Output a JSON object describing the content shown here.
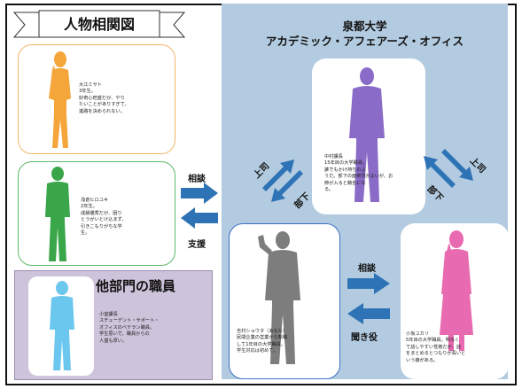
{
  "title": "人物相関図",
  "organization": {
    "line1": "泉都大学",
    "line2": "アカデミック・アフェアーズ・オフィス"
  },
  "other_dept_title": "他部門の職員",
  "people": {
    "student_orange": {
      "desc": "大江ミサト\n3年生。\n好奇心旺盛だが、やり\nたいことがありすぎて、\n進路を決められない。"
    },
    "student_green": {
      "desc": "浅倉ヒロユキ\n2年生。\n成績優秀だが、困り\nとうがいとけ込まず、\n引きこもりがちな学\n生。"
    },
    "manager_purple": {
      "desc": "中村課長\n15年目の大学職員。\n誰でもかけ持ちのよ\nうだ。部下の面倒見がよいが、お\n節が入ると饒舌にな\nる。"
    },
    "staff_gray": {
      "desc": "吉村ショウタ（あなた）\n民間企業の営業から転職\nして1年目の大学職員。\n学生対応は初めて。"
    },
    "staff_pink": {
      "desc": "小坂ユカリ\n5年目の大学職員。明るく\nて話しやすい性格だが、話\nをまとめるとつもりが長いと\nいう癖がある。"
    },
    "other_blue": {
      "desc": "小室課長\nスチューデント・サポート・\nオフィスのベテラン職員。\n学生思いで、職員からの\n人望も厚い。"
    }
  },
  "relations": {
    "consult": "相談",
    "support": "支援",
    "boss": "上司",
    "subordinate": "部下",
    "listener": "聞き役"
  },
  "colors": {
    "blue_panel": "#b3cbe0",
    "purple_panel": "#cdc3da",
    "arrow": "#2e73b5",
    "orange": "#f4a63a",
    "green": "#3aa64a",
    "purple": "#8a6cc8",
    "gray": "#7d7d7d",
    "pink": "#e86ab0",
    "light_blue": "#6cc7ee"
  }
}
